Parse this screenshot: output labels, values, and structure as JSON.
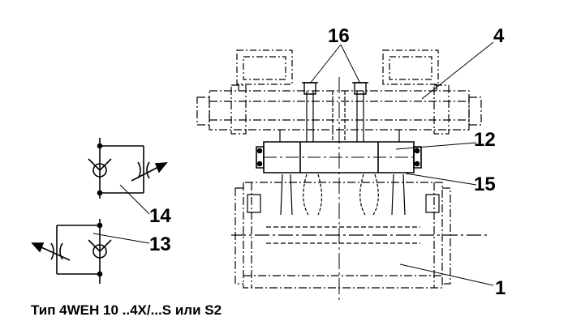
{
  "callouts": {
    "c16": "16",
    "c4": "4",
    "c12": "12",
    "c15": "15",
    "c14": "14",
    "c13": "13",
    "c1": "1"
  },
  "caption": "Тип 4WEH 10 ..4X/...S или S2",
  "colors": {
    "ink": "#000000",
    "background": "#ffffff"
  }
}
